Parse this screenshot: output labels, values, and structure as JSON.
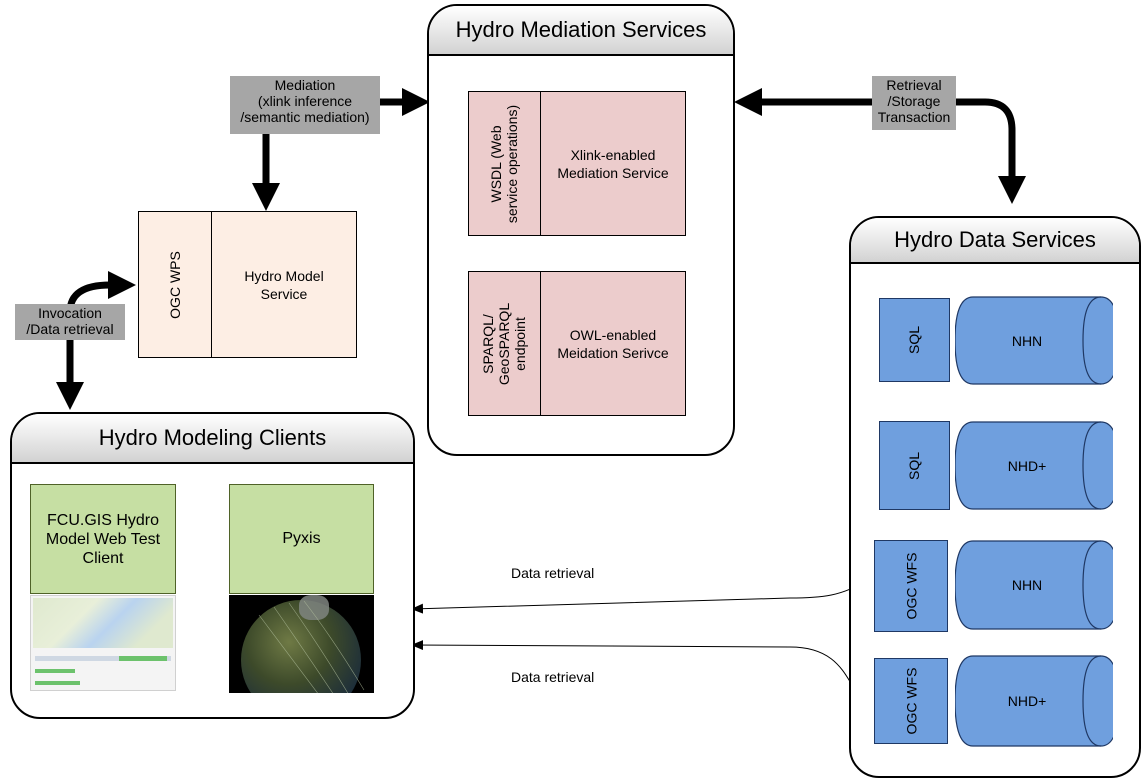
{
  "groups": {
    "mediation": {
      "title": "Hydro Mediation Services"
    },
    "data": {
      "title": "Hydro Data Services"
    },
    "clients": {
      "title": "Hydro Modeling Clients"
    }
  },
  "labels": {
    "mediation": "Mediation\n(xlink inference\n/semantic mediation)",
    "retrieval_storage": "Retrieval\n/Storage\nTransaction",
    "invocation": "Invocation\n/Data retrieval",
    "data_retrieval_1": "Data retrieval",
    "data_retrieval_2": "Data retrieval"
  },
  "wps": {
    "side": "OGC WPS",
    "main": "Hydro Model\nService"
  },
  "mediation_services": [
    {
      "side": "WSDL (Web\nservice operations)",
      "main": "Xlink-enabled\nMediation Service"
    },
    {
      "side": "SPARQL/\nGeoSPARQL\nendpoint",
      "main": "OWL-enabled\nMeidation Serivce"
    }
  ],
  "data_services": [
    {
      "side": "SQL",
      "db": "NHN"
    },
    {
      "side": "SQL",
      "db": "NHD+"
    },
    {
      "side": "OGC WFS",
      "db": "NHN"
    },
    {
      "side": "OGC WFS",
      "db": "NHD+"
    }
  ],
  "clients": [
    {
      "title": "FCU.GIS Hydro\nModel Web Test\nClient"
    },
    {
      "title": "Pyxis"
    }
  ],
  "colors": {
    "mediation_box": "#eccccc",
    "wps_box": "#fdeee4",
    "data_service": "#6f9fde",
    "client_title": "#c6dfa3",
    "label_bg": "#a6a6a6"
  }
}
